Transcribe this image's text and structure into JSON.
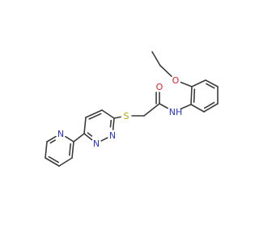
{
  "molecule": {
    "atom_labels": {
      "sulfur": "S",
      "carbonyl_oxygen": "O",
      "ether_oxygen": "O",
      "amide_nh": "NH",
      "pyridazine_n1": "N",
      "pyridazine_n2": "N",
      "pyridine_n": "N"
    },
    "colors": {
      "bond": "#3c3c3c",
      "sulfur": "#b5a300",
      "oxygen": "#e02020",
      "nitrogen": "#2a33d6",
      "background": "#ffffff"
    }
  }
}
